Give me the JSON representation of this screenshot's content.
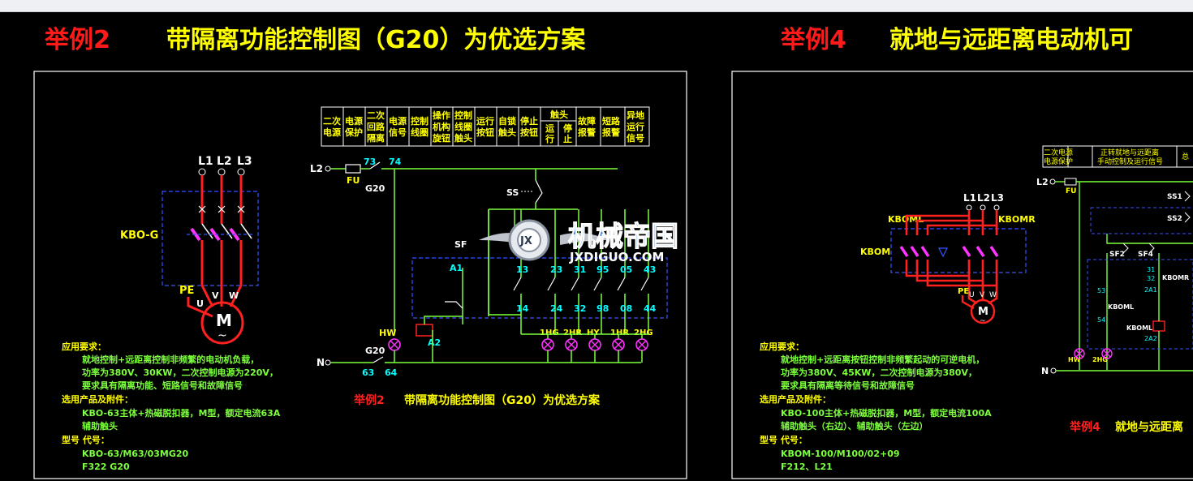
{
  "left": {
    "title_num": "举例2",
    "title_text": "带隔离功能控制图（G20）为优选方案",
    "caption_num": "举例2",
    "caption_text": "带隔离功能控制图（G20）为优选方案",
    "table_headers": [
      [
        "二次",
        "电源"
      ],
      [
        "电源",
        "保护"
      ],
      [
        "二次",
        "回路",
        "隔离"
      ],
      [
        "电源",
        "信号"
      ],
      [
        "控制",
        "线圈"
      ],
      [
        "操作",
        "机构",
        "旋钮"
      ],
      [
        "控制",
        "线圈",
        "触头"
      ],
      [
        "运行",
        "按钮"
      ],
      [
        "自锁",
        "触头"
      ],
      [
        "停止",
        "按钮"
      ],
      [
        "触头"
      ],
      [
        "故障",
        "报警"
      ],
      [
        "短路",
        "报警"
      ],
      [
        "异地",
        "运行",
        "信号"
      ]
    ],
    "table_sub": [
      "运",
      "行",
      "停",
      "止"
    ],
    "phase_labels": [
      "L1",
      "L2",
      "L3"
    ],
    "kbo_label": "KBO-G",
    "pe_label": "PE",
    "uvw": [
      "U",
      "V",
      "W"
    ],
    "motor": "M",
    "motor_tilde": "~",
    "ctrl_labels": {
      "l2": "L2",
      "n": "N",
      "fu": "FU",
      "g20": "G20",
      "g20b": "G20",
      "n73": "73",
      "n74": "74",
      "n63": "63",
      "n64": "64",
      "ss": "SS",
      "sf": "SF",
      "a1": "A1",
      "a2": "A2",
      "hw": "HW"
    },
    "contacts_top": [
      "13",
      "23",
      "31",
      "95",
      "05",
      "43"
    ],
    "contacts_bot": [
      "14",
      "24",
      "32",
      "98",
      "08",
      "44"
    ],
    "lamps": [
      "1HG",
      "2HR",
      "HY",
      "1HR",
      "2HG"
    ],
    "req_title": "应用要求：",
    "req_lines": [
      "就地控制+远距离控制非频繁的电动机负载，",
      "功率为380V、30KW，二次控制电源为220V，",
      "要求具有隔离功能、短路信号和故障信号"
    ],
    "prod_title": "选用产品及附件：",
    "prod_lines": [
      "KBO-63主体+热磁脱扣器，M型，额定电流63A",
      "辅助触头"
    ],
    "model_title": "型号 代号：",
    "model_lines": [
      "KBO-63/M63/03MG20",
      "F322  G20"
    ]
  },
  "right": {
    "title_num": "举例4",
    "title_text": "就地与远距离电动机可",
    "caption_num": "举例4",
    "caption_text": "就地与远距离",
    "table_headers": [
      "二次电源",
      "电源保护",
      "正转就地与远距离",
      "手动控制及运行信号",
      "总"
    ],
    "phase_labels": [
      "L1",
      "L2",
      "L3"
    ],
    "kboml": "KBOML",
    "kbomr": "KBOMR",
    "kbom": "KBOM",
    "pe_label": "PE",
    "uvw": [
      "U",
      "V",
      "W"
    ],
    "motor": "M",
    "motor_tilde": "~",
    "ctrl_labels": {
      "l2": "L2",
      "n": "N",
      "fu": "FU",
      "ss1": "SS1",
      "ss2": "SS2",
      "sf2": "SF2",
      "sf4": "SF4",
      "n31": "31",
      "n32": "32",
      "n2a1": "2A1",
      "n53": "53",
      "n54": "54",
      "kbomr": "KBOMR",
      "kboml": "KBOML",
      "kboml2": "KBOML",
      "n2a2": "2A2",
      "hw": "HW",
      "hg2": "2HG"
    },
    "req_title": "应用要求：",
    "req_lines": [
      "就地控制+远距离按钮控制非频繁起动的可逆电机，",
      "功率为380V、45KW，二次控制电源为380V，",
      "要求具有隔离等待信号和故障信号"
    ],
    "prod_title": "选用产品及附件：",
    "prod_lines": [
      "KBO-100主体+热磁脱扣器，M型，额定电流100A",
      "辅助触头（右边）、辅助触头（左边）"
    ],
    "model_title": "型号 代号：",
    "model_lines": [
      "KBOM-100/M100/02+09",
      "F212、L21"
    ]
  },
  "watermark": {
    "logo_letters": "JX",
    "cn": "机械帝国",
    "url": "JXDIGUO.COM"
  },
  "colors": {
    "background": "#000000",
    "title_red": "#ff1a1a",
    "title_yellow": "#ffff00",
    "wire_red": "#ff2020",
    "wire_green": "#7cff3c",
    "dash_blue": "#3355ff",
    "frame": "#ffffff"
  }
}
